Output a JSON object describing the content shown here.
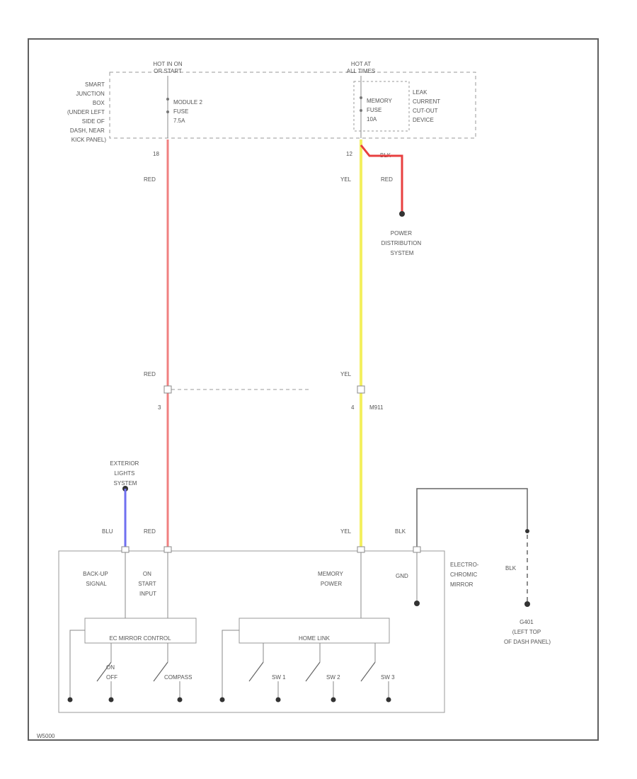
{
  "diagram": {
    "colors": {
      "red_wire": "#f08080",
      "yel_wire": "#f4f060",
      "blu_wire": "#7070f0",
      "red_short": "#e84040",
      "frame": "#606060",
      "dash": "#999999",
      "text": "#555555"
    },
    "top": {
      "hot_run_start": [
        "HOT IN ON",
        "OR START"
      ],
      "hot_at_all_times": [
        "HOT AT",
        "ALL TIMES"
      ],
      "smart_junction_box": [
        "SMART",
        "JUNCTION",
        "BOX",
        "(UNDER LEFT",
        "SIDE OF",
        "DASH, NEAR",
        "KICK PANEL)"
      ],
      "module_fuse": [
        "MODULE 2",
        "FUSE",
        "7.5A"
      ],
      "memory_fuse": [
        "MEMORY",
        "FUSE",
        "10A"
      ],
      "leak_device": [
        "LEAK",
        "CURRENT",
        "CUT-OUT",
        "DEVICE"
      ],
      "pin_left": "18",
      "pin_right": "12",
      "pin_blk_label": "BLK"
    },
    "wires": {
      "red_top": "RED",
      "yel_top": "YEL",
      "red_branch": "RED",
      "power_distribution": [
        "POWER",
        "DISTRIBUTION",
        "SYSTEM"
      ],
      "red_mid": "RED",
      "yel_mid": "YEL",
      "conn_pin_left": "3",
      "conn_pin_right": "4",
      "connector_name": "M911",
      "exterior_lights": [
        "EXTERIOR",
        "LIGHTS",
        "SYSTEM"
      ],
      "blu_bottom": "BLU",
      "red_bottom": "RED",
      "yel_bottom": "YEL",
      "blk_bottom": "BLK"
    },
    "mirror": {
      "backup_signal": [
        "BACK-UP",
        "SIGNAL"
      ],
      "on_start_input": [
        "ON",
        "START",
        "INPUT"
      ],
      "memory_power": [
        "MEMORY",
        "POWER"
      ],
      "gnd": "GND",
      "electro_chromic": [
        "ELECTRO-",
        "CHROMIC",
        "MIRROR"
      ],
      "ec_control": "EC MIRROR CONTROL",
      "home_link": "HOME LINK",
      "on_off": [
        "ON",
        "OFF"
      ],
      "compass": "COMPASS",
      "switch_1": "SW 1",
      "switch_2": "SW 2",
      "switch_3": "SW 3"
    },
    "ground": {
      "blk": "BLK",
      "g401": [
        "G401",
        "(LEFT TOP",
        "OF DASH PANEL)"
      ]
    },
    "footer_code": "W5000"
  }
}
